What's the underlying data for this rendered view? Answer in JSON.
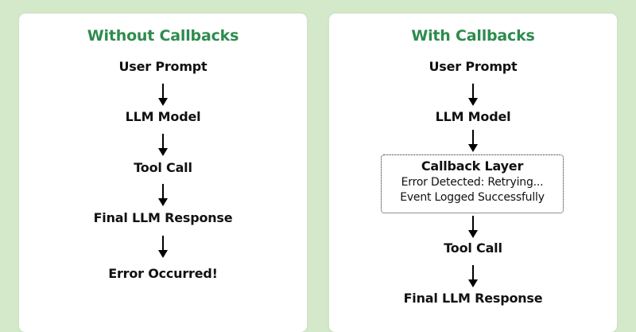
{
  "colors": {
    "background": "#d3e9c9",
    "card": "#ffffff",
    "title": "#2e8b4e",
    "text": "#111111"
  },
  "panels": [
    {
      "title": "Without Callbacks",
      "steps": [
        "User Prompt",
        "LLM Model",
        "Tool Call",
        "Final LLM Response",
        "Error Occurred!"
      ]
    },
    {
      "title": "With Callbacks",
      "steps": [
        "User Prompt",
        "LLM Model",
        "Tool Call",
        "Final LLM Response"
      ],
      "callback_layer": {
        "title": "Callback Layer",
        "lines": [
          "Error Detected: Retrying...",
          "Event Logged Successfully"
        ]
      }
    }
  ]
}
